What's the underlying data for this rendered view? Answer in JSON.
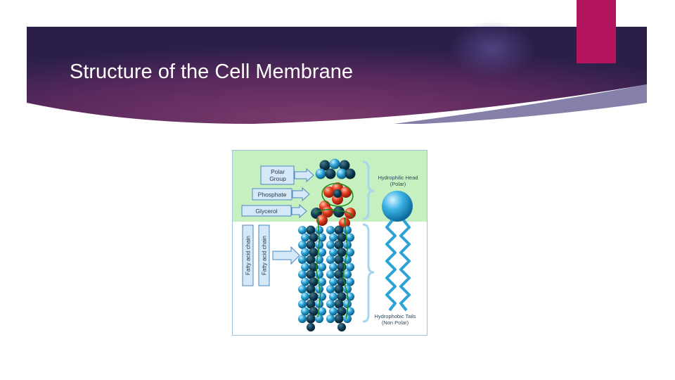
{
  "slide": {
    "title": "Structure of the Cell Membrane",
    "colors": {
      "banner_dark": "#2b1f4a",
      "banner_mid": "#5c2a5e",
      "banner_light": "#7a3a6c",
      "accent_tab": "#b5145f",
      "sweep": "#6e6a9a"
    }
  },
  "diagram": {
    "labels": {
      "polar_group_line1": "Polar",
      "polar_group_line2": "Group",
      "phosphate": "Phosphate",
      "glycerol": "Glycerol",
      "fatty_acid_chain_1": "Fatty acid chain",
      "fatty_acid_chain_2": "Fatty acid chain",
      "hydrophilic_head_line1": "Hydrophilic Head",
      "hydrophilic_head_line2": "(Polar)",
      "hydrophobic_tails_line1": "Hydrophobic Tails",
      "hydrophobic_tails_line2": "(Non Polar)"
    },
    "colors": {
      "head_region_bg": "#c6f0c0",
      "tail_region_bg": "#ffffff",
      "label_box_fill": "#d4e8f7",
      "label_box_stroke": "#4b86c3",
      "atom_blue": "#2aa3d8",
      "atom_dark": "#0d3b52",
      "atom_red": "#e3391f",
      "annotation_green": "#1a8a1a",
      "frame": "#9dc3dc"
    }
  }
}
